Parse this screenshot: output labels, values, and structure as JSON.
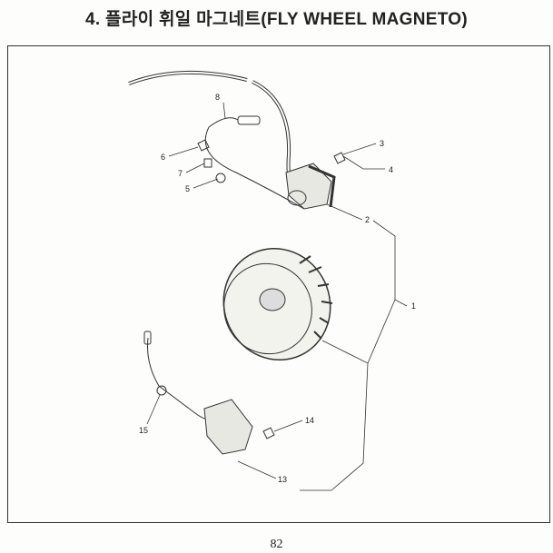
{
  "title": "4. 플라이 휘일 마그네트(FLY WHEEL MAGNETO)",
  "page_number": "82",
  "callouts": [
    "1",
    "2",
    "3",
    "4",
    "5",
    "6",
    "7",
    "8",
    "13",
    "14",
    "15"
  ]
}
